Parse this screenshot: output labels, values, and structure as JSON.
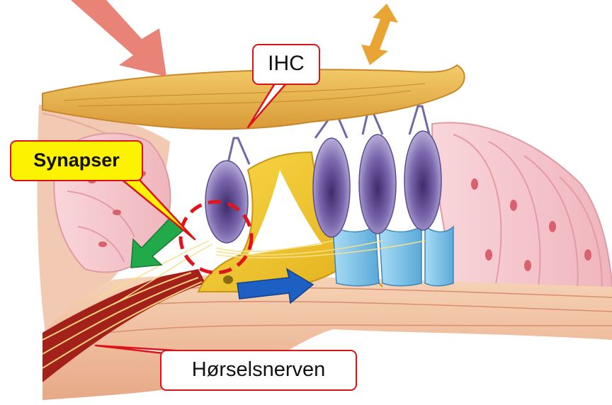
{
  "labels": {
    "ihc": "IHC",
    "synapser": "Synapser",
    "nerve": "Hørselsnerven"
  },
  "icons": [
    "large-incoming-arrow-icon",
    "vertical-double-arrow-icon",
    "green-arrow-icon",
    "blue-arrow-icon"
  ],
  "colors": {
    "callout_border": "#d9141b",
    "synapse_fill": "#fdf200",
    "tectorial": "#e9b64a",
    "support_yellow": "#eec52b",
    "hair_cell_purple": "#6e5b9c",
    "blue_cell": "#7ec3e8",
    "pink_tissue": "#f4c6cc",
    "nerve_red": "#a3201b",
    "green_arrow": "#22a94a",
    "blue_arrow": "#1e5fc4",
    "orange_arrow": "#e8a533",
    "incoming_arrow": "#e98377"
  }
}
